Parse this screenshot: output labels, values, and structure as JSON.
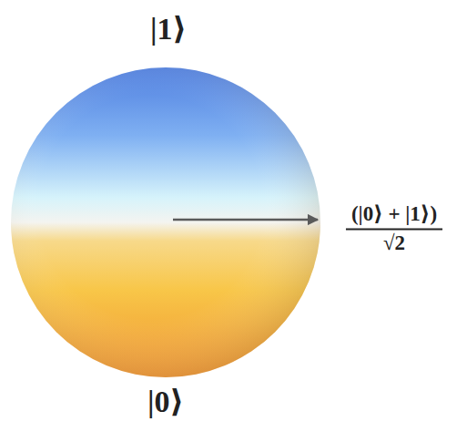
{
  "diagram": {
    "labels": [
      "|1⟩",
      "(|0⟩ + |1⟩)",
      "√2",
      "|0⟩"
    ]
  }
}
